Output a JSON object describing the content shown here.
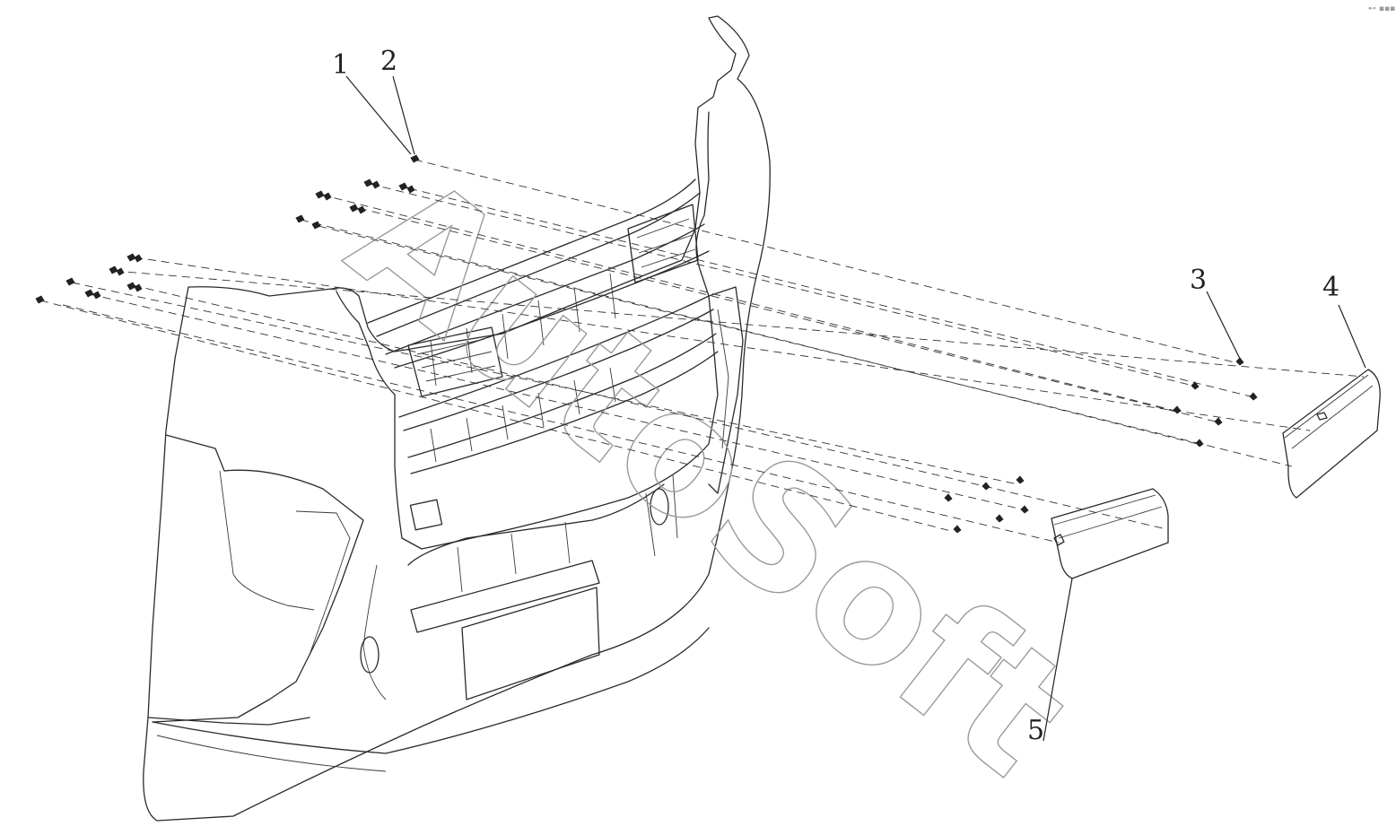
{
  "diagram": {
    "callouts": [
      {
        "id": "1",
        "label": "1"
      },
      {
        "id": "2",
        "label": "2"
      },
      {
        "id": "3",
        "label": "3"
      },
      {
        "id": "4",
        "label": "4"
      },
      {
        "id": "5",
        "label": "5"
      }
    ],
    "watermark": "AutoSoft",
    "corner_mark": "⊷ ▪▪▪"
  }
}
